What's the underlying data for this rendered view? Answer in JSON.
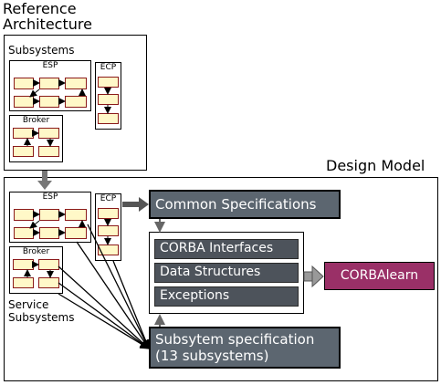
{
  "ref_arch": {
    "title_line1": "Reference",
    "title_line2": "Architecture",
    "subsystems_label": "Subsystems",
    "esp_label": "ESP",
    "ecp_label": "ECP",
    "broker_label": "Broker"
  },
  "design_model": {
    "title": "Design Model",
    "esp_label": "ESP",
    "ecp_label": "ECP",
    "broker_label": "Broker",
    "service_label_line1": "Service",
    "service_label_line2": "Subsystems",
    "common_spec": "Common Specifications",
    "corba_interfaces": "CORBA Interfaces",
    "data_structures": "Data Structures",
    "exceptions": "Exceptions",
    "corbalearn": "CORBAlearn",
    "subsys_spec_line1": "Subsytem specification",
    "subsys_spec_line2": "(13 subsystems)"
  },
  "colors": {
    "module_fill": "#fff8c8",
    "module_border": "#8b1a1a",
    "spec_box": "#5c6670",
    "inner_box": "#4d535b",
    "corbalearn": "#9a3067"
  }
}
